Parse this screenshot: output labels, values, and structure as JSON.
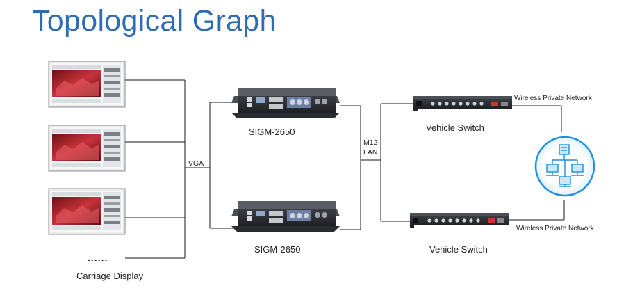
{
  "title": "Topological Graph",
  "labels": {
    "vga": "VGA",
    "m12": "M12",
    "lan": "LAN",
    "computer_top": "SIGM-2650",
    "computer_bottom": "SIGM-2650",
    "switch_top": "Vehicle Switch",
    "switch_bottom": "Vehicle Switch",
    "network_top": "Wireless Private Network",
    "network_bottom": "Wireless Private Network",
    "display_more": "......",
    "display_caption": "Carriage Display"
  },
  "colors": {
    "title": "#2f6cb3",
    "line": "#1a1a1a",
    "network_circle": "#1f8fe0",
    "screen_red": "#9e1b22",
    "device_dark": "#2b2d31",
    "device_panel": "#c9ccd1"
  },
  "icons": [
    "carriage-display-icon",
    "industrial-computer-icon",
    "vehicle-switch-icon",
    "wireless-network-icon"
  ]
}
